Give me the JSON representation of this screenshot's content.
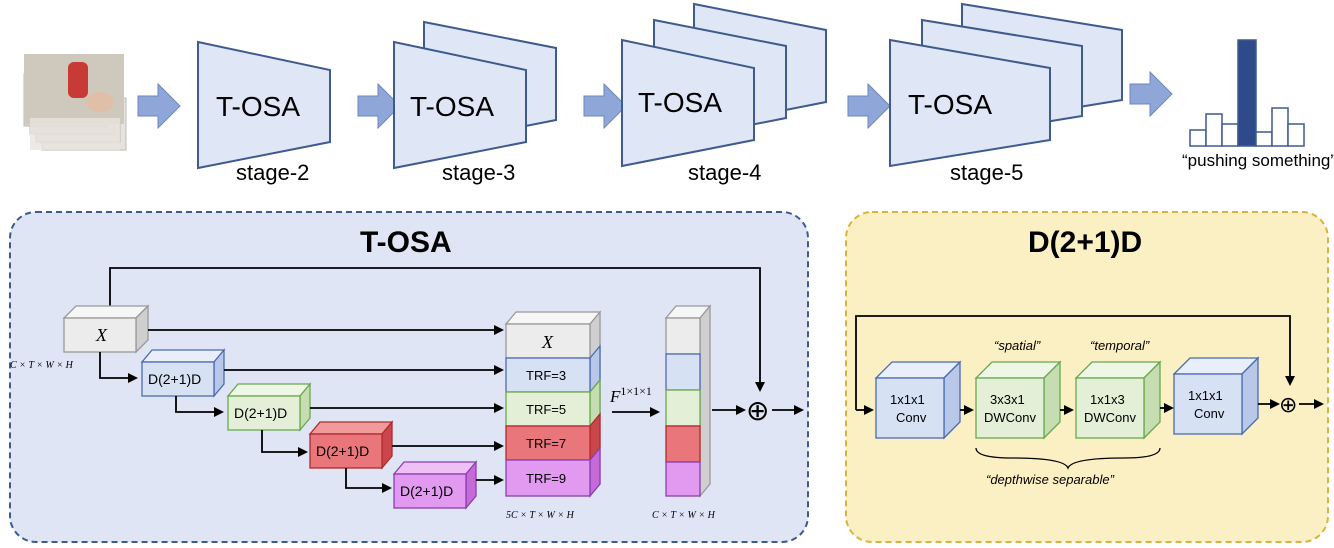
{
  "pipeline": {
    "stages": [
      {
        "block": "T-OSA",
        "label": "stage-2"
      },
      {
        "block": "T-OSA",
        "label": "stage-3"
      },
      {
        "block": "T-OSA",
        "label": "stage-4"
      },
      {
        "block": "T-OSA",
        "label": "stage-5"
      }
    ],
    "prediction": "“pushing something”"
  },
  "tosa_panel": {
    "title": "T-OSA",
    "input_label": "X",
    "input_dims": "C × T × W × H",
    "blocks": [
      "D(2+1)D",
      "D(2+1)D",
      "D(2+1)D",
      "D(2+1)D"
    ],
    "concat_top": "X",
    "concat_rows": [
      "TRF=3",
      "TRF=5",
      "TRF=7",
      "TRF=9"
    ],
    "concat_dims": "5C × T × W × H",
    "conv_label": "F",
    "conv_sup": "1×1×1",
    "out_dims": "C × T × W × H",
    "sum_symbol": "⊕"
  },
  "d21d_panel": {
    "title": "D(2+1)D",
    "spatial_label": "“spatial”",
    "temporal_label": "“temporal”",
    "conv1": [
      "1x1x1",
      "Conv"
    ],
    "conv2": [
      "3x3x1",
      "DWConv"
    ],
    "conv3": [
      "1x1x3",
      "DWConv"
    ],
    "conv4": [
      "1x1x1",
      "Conv"
    ],
    "caption": "“depthwise separable”",
    "sum_symbol": "⊕"
  },
  "colors": {
    "stage_fill": "#dfe6f5",
    "stage_stroke": "#3f5a8f",
    "arrow_fill": "#8fa6d8",
    "bar_highlight": "#2e4a8a",
    "tosa_bg": "#dfe5f4",
    "d21d_bg": "#fbf0c4",
    "blue_block": "#d7e1f4",
    "green_block": "#e3efd6",
    "red_block": "#e8767a",
    "purple_block": "#e19af0",
    "gray_block": "#ececec"
  }
}
